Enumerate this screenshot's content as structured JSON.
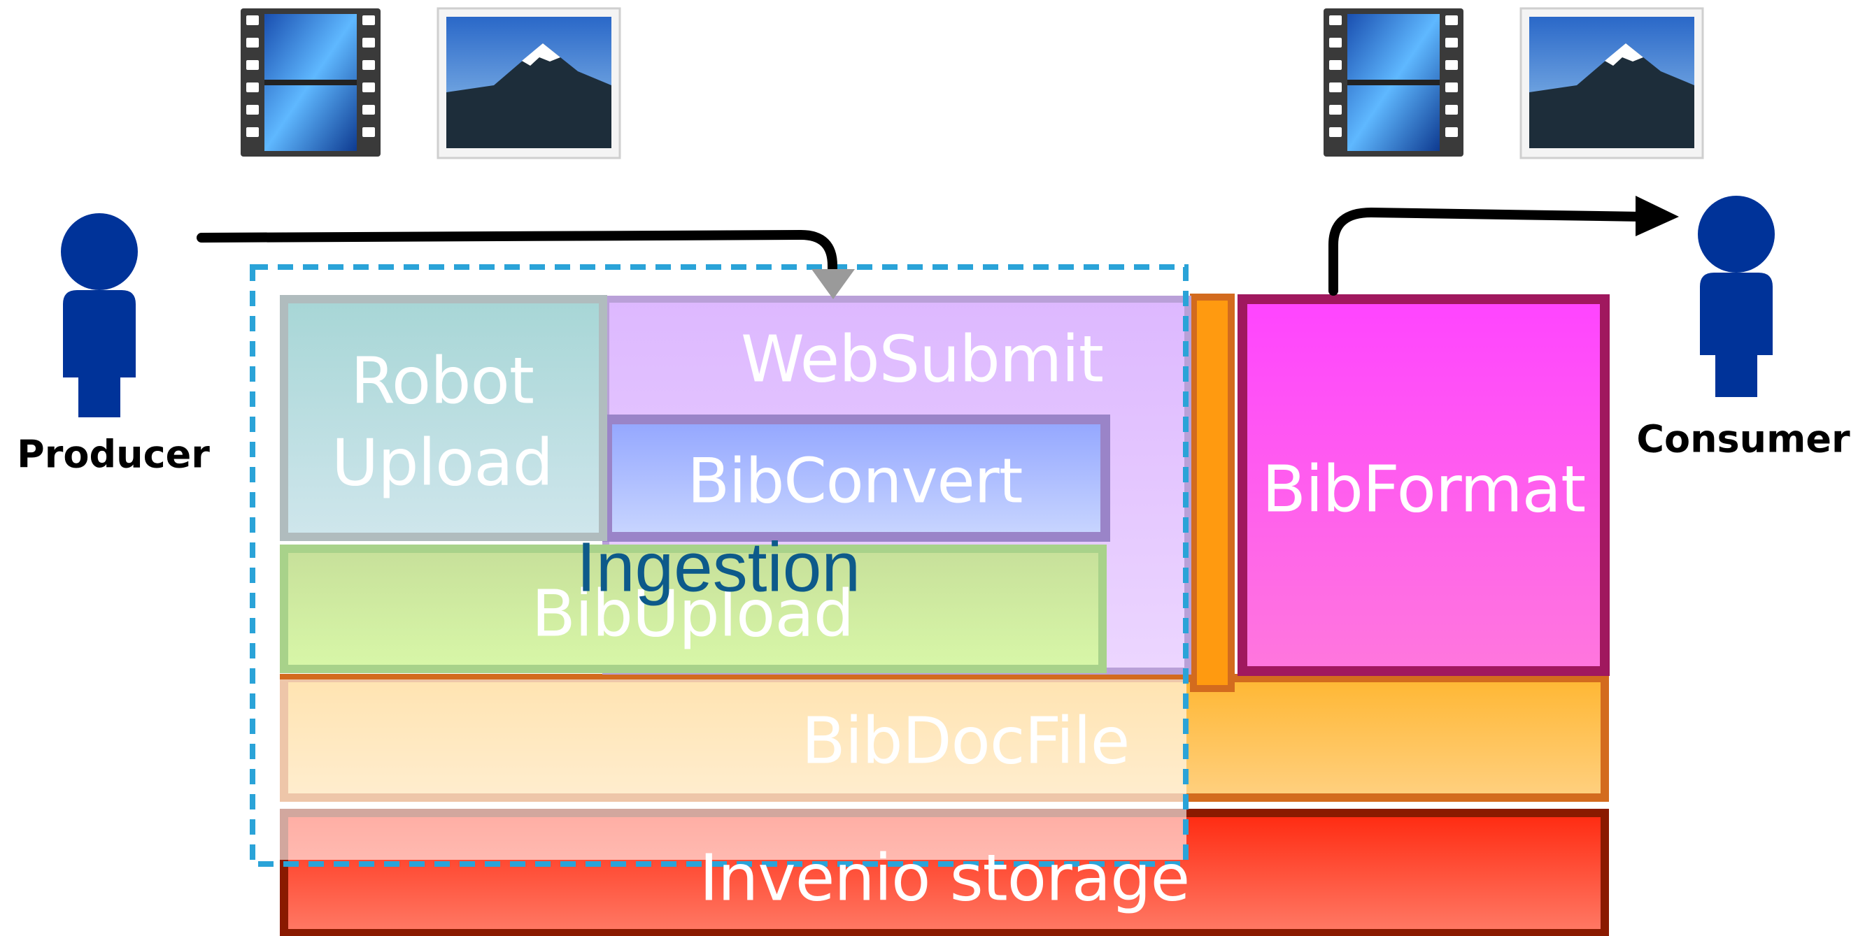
{
  "actors": {
    "producer": "Producer",
    "consumer": "Consumer"
  },
  "modules": {
    "robot_upload": [
      "Robot",
      "Upload"
    ],
    "websubmit": "WebSubmit",
    "bibconvert": "BibConvert",
    "bibupload": "BibUpload",
    "bibdocfile": "BibDocFile",
    "bibformat": "BibFormat",
    "storage": "Invenio storage"
  },
  "group": {
    "ingestion": "Ingestion"
  },
  "icons": [
    "film-strip-icon",
    "photo-icon",
    "film-strip-icon",
    "photo-icon",
    "person-icon",
    "person-icon"
  ],
  "colors": {
    "person": "#003399",
    "ingestion_border": "#2aa3d8",
    "ingestion_text": "#0d5a8a",
    "bibformat": "#ff44ee",
    "storage": "#ff3311"
  }
}
